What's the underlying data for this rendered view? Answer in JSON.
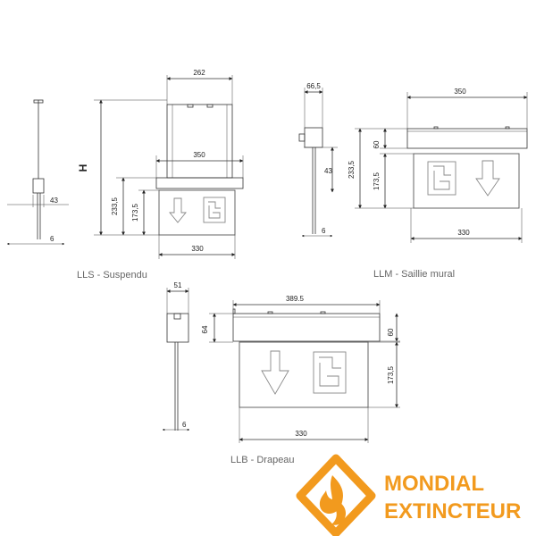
{
  "variants": {
    "lls": {
      "caption": "LLS - Suspendu",
      "dims": {
        "top_width": "262",
        "height_label": "H",
        "overall_width": "350",
        "height_233": "233,5",
        "height_173": "173,5",
        "panel_width": "330",
        "side_width": "43",
        "side_thick": "6"
      }
    },
    "llm": {
      "caption": "LLM - Saillie mural",
      "dims": {
        "side_top": "66,5",
        "side_43": "43",
        "side_6": "6",
        "overall_width": "350",
        "box_height": "60",
        "height_233": "233,5",
        "height_173": "173,5",
        "panel_width": "330"
      }
    },
    "llb": {
      "caption": "LLB - Drapeau",
      "dims": {
        "side_top": "51",
        "side_64": "64",
        "side_6": "6",
        "overall_width": "389.5",
        "box_height": "60",
        "height_173": "173,5",
        "panel_width": "330"
      }
    }
  },
  "brand": {
    "line1": "MONDIAL",
    "line2": "EXTINCTEUR",
    "color": "#f29a1e",
    "icon": "flame-diamond-logo"
  },
  "colors": {
    "line": "#333333",
    "panel_border": "#555555",
    "symbol": "#888888"
  }
}
